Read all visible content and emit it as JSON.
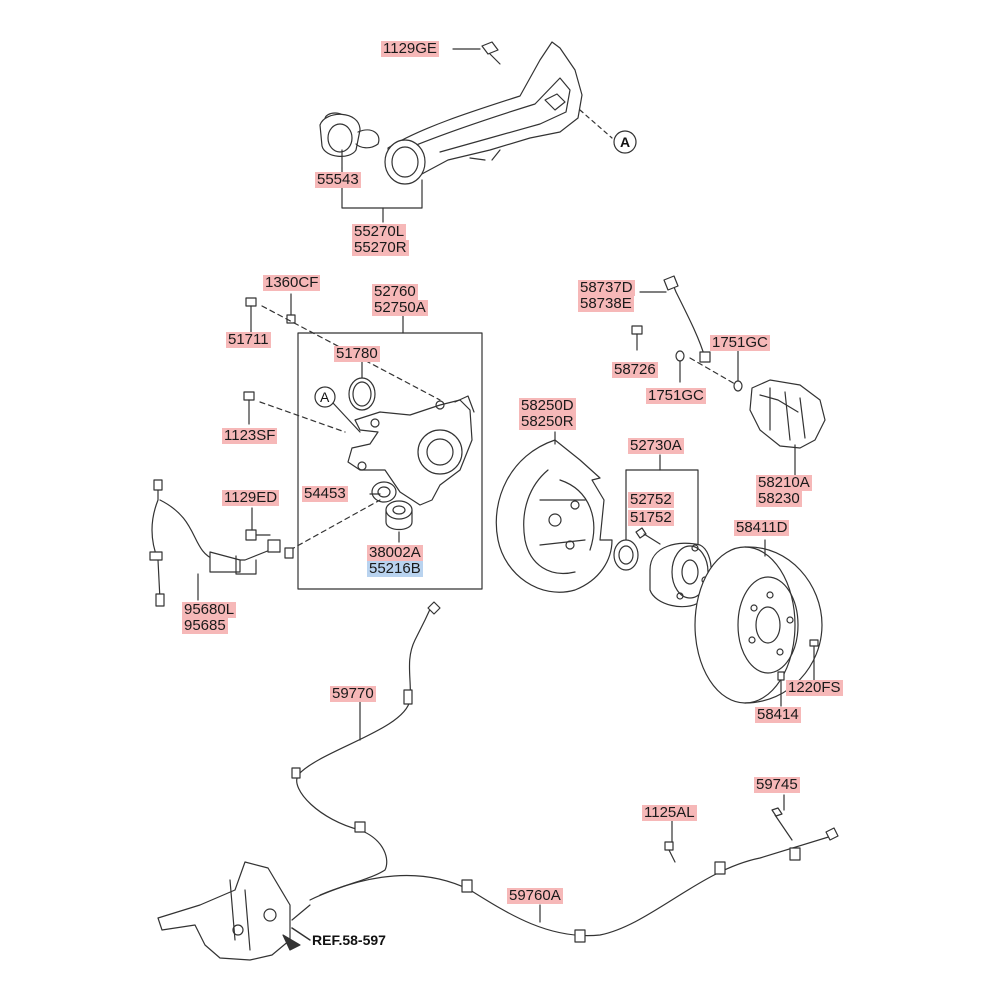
{
  "diagram": {
    "part_labels": {
      "p1129GE": "1129GE",
      "p55543": "55543",
      "p55270L": "55270L",
      "p55270R": "55270R",
      "p1360CF": "1360CF",
      "p51711": "51711",
      "p52760": "52760",
      "p52750A": "52750A",
      "p51780": "51780",
      "p1123SF": "1123SF",
      "p54453": "54453",
      "p1129ED": "1129ED",
      "p38002A": "38002A",
      "p55216B": "55216B",
      "p95680L": "95680L",
      "p95685": "95685",
      "p58737D": "58737D",
      "p58738E": "58738E",
      "p58726": "58726",
      "p1751GC_a": "1751GC",
      "p1751GC_b": "1751GC",
      "p58250D": "58250D",
      "p58250R": "58250R",
      "p52730A": "52730A",
      "p52752": "52752",
      "p51752": "51752",
      "p58210A": "58210A",
      "p58230": "58230",
      "p58411D": "58411D",
      "p1220FS": "1220FS",
      "p58414": "58414",
      "p59770": "59770",
      "p1125AL": "1125AL",
      "p59745": "59745",
      "p59760A": "59760A"
    },
    "callout_letter": "A",
    "reference_label": "REF.58-597",
    "colors": {
      "label_bg": "#f6b8b8",
      "selected_bg": "#b9d3ef",
      "line": "#333333"
    }
  }
}
